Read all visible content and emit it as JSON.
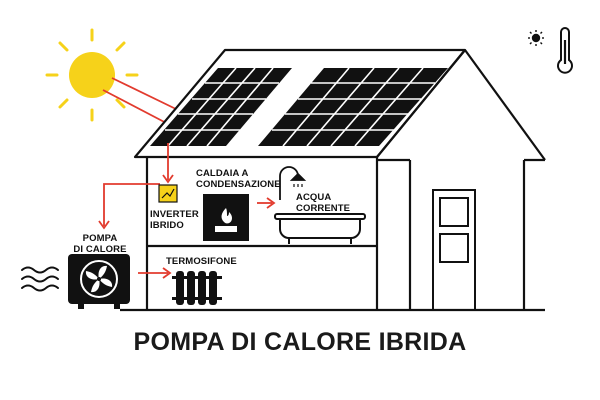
{
  "title": "POMPA DI CALORE IBRIDA",
  "labels": {
    "caldaia_line1": "CALDAIA A",
    "caldaia_line2": "CONDENSAZIONE",
    "inverter_line1": "INVERTER",
    "inverter_line2": "IBRIDO",
    "acqua_line1": "ACQUA",
    "acqua_line2": "CORRENTE",
    "pompa_line1": "POMPA",
    "pompa_line2": "DI CALORE",
    "termosifone": "TERMOSIFONE"
  },
  "colors": {
    "sun": "#f6d21a",
    "arrow": "#e23b2e",
    "line": "#111111",
    "panel": "#111111",
    "inverter": "#f6d21a"
  },
  "icons": [
    "sun-icon",
    "thermometer-icon",
    "solar-panel-icon",
    "inverter-icon",
    "boiler-icon",
    "shower-icon",
    "bathtub-icon",
    "heat-pump-icon",
    "fan-icon",
    "radiator-icon",
    "door-icon",
    "air-waves-icon"
  ]
}
